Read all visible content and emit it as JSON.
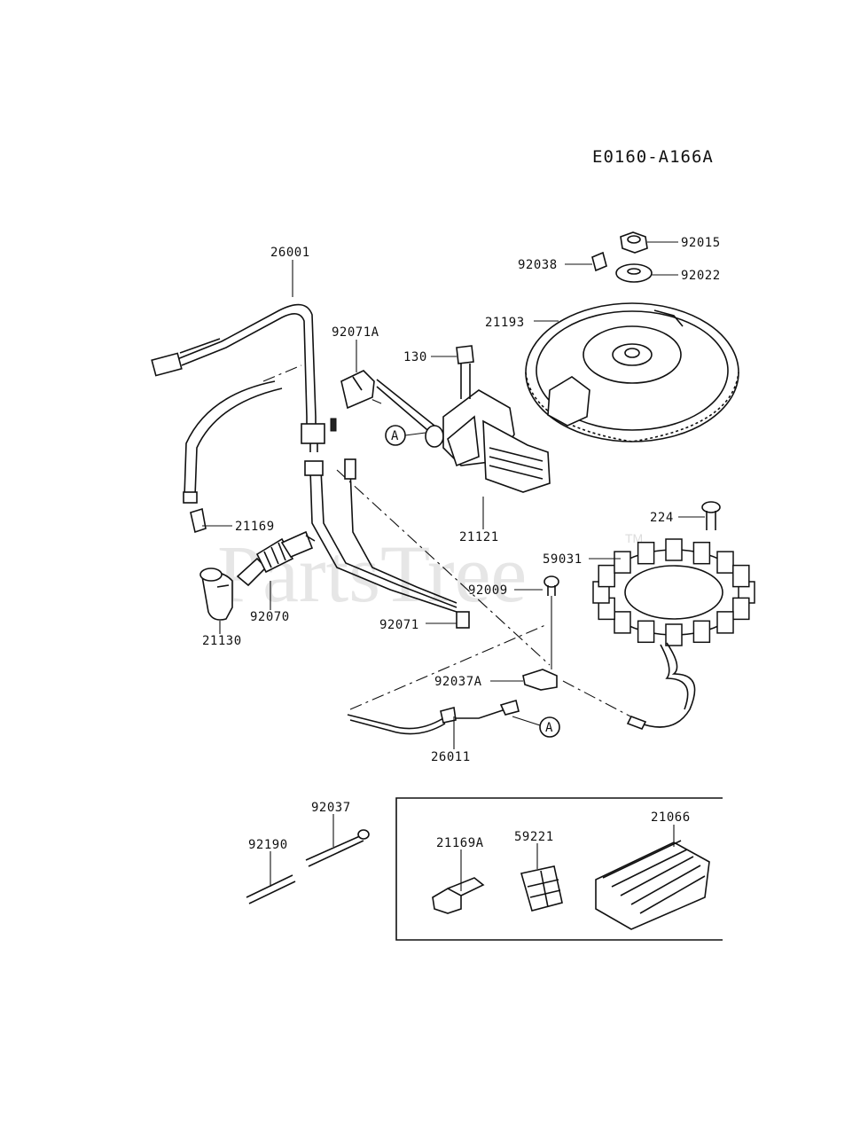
{
  "diagram_code": "E0160-A166A",
  "watermark": "PartsTree",
  "watermark_mark": "TM",
  "callout_marker": "A",
  "parts": {
    "p26001": "26001",
    "p92071A": "92071A",
    "p130": "130",
    "p92038": "92038",
    "p92015": "92015",
    "p92022": "92022",
    "p21193": "21193",
    "p21169": "21169",
    "p21121": "21121",
    "p224": "224",
    "p59031": "59031",
    "p92070": "92070",
    "p21130": "21130",
    "p92009": "92009",
    "p92071": "92071",
    "p92037A": "92037A",
    "p26011": "26011",
    "p92037": "92037",
    "p92190": "92190",
    "p21169A": "21169A",
    "p59221": "59221",
    "p21066": "21066"
  }
}
